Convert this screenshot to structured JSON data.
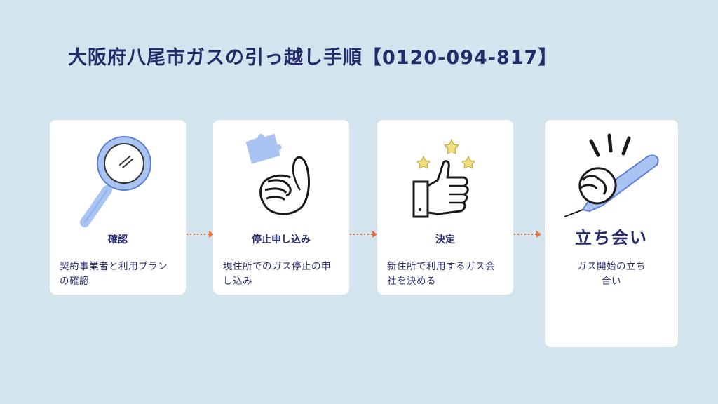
{
  "title": "大阪府八尾市ガスの引っ越し手順【0120-094-817】",
  "steps": [
    {
      "label": "確認",
      "desc_line1": "契約事業者と利用プラン",
      "desc_line2": "の確認",
      "icon": "magnifier-icon"
    },
    {
      "label": "停止申し込み",
      "desc_line1": "現住所でのガス停止の申",
      "desc_line2": "し込み",
      "icon": "hand-puzzle-icon"
    },
    {
      "label": "決定",
      "desc_line1": "新住所で利用するガス会",
      "desc_line2": "社を決める",
      "icon": "thumbs-up-icon"
    },
    {
      "label": "立ち会い",
      "desc_line1": "ガス開始の立ち",
      "desc_line2": "合い",
      "icon": "hand-pen-icon"
    }
  ],
  "colors": {
    "background": "#d3e4ef",
    "card": "#ffffff",
    "accent_blue": "#a9c4f2",
    "arrow": "#e8703a",
    "text": "#252a6b",
    "star": "#f2de7a"
  }
}
